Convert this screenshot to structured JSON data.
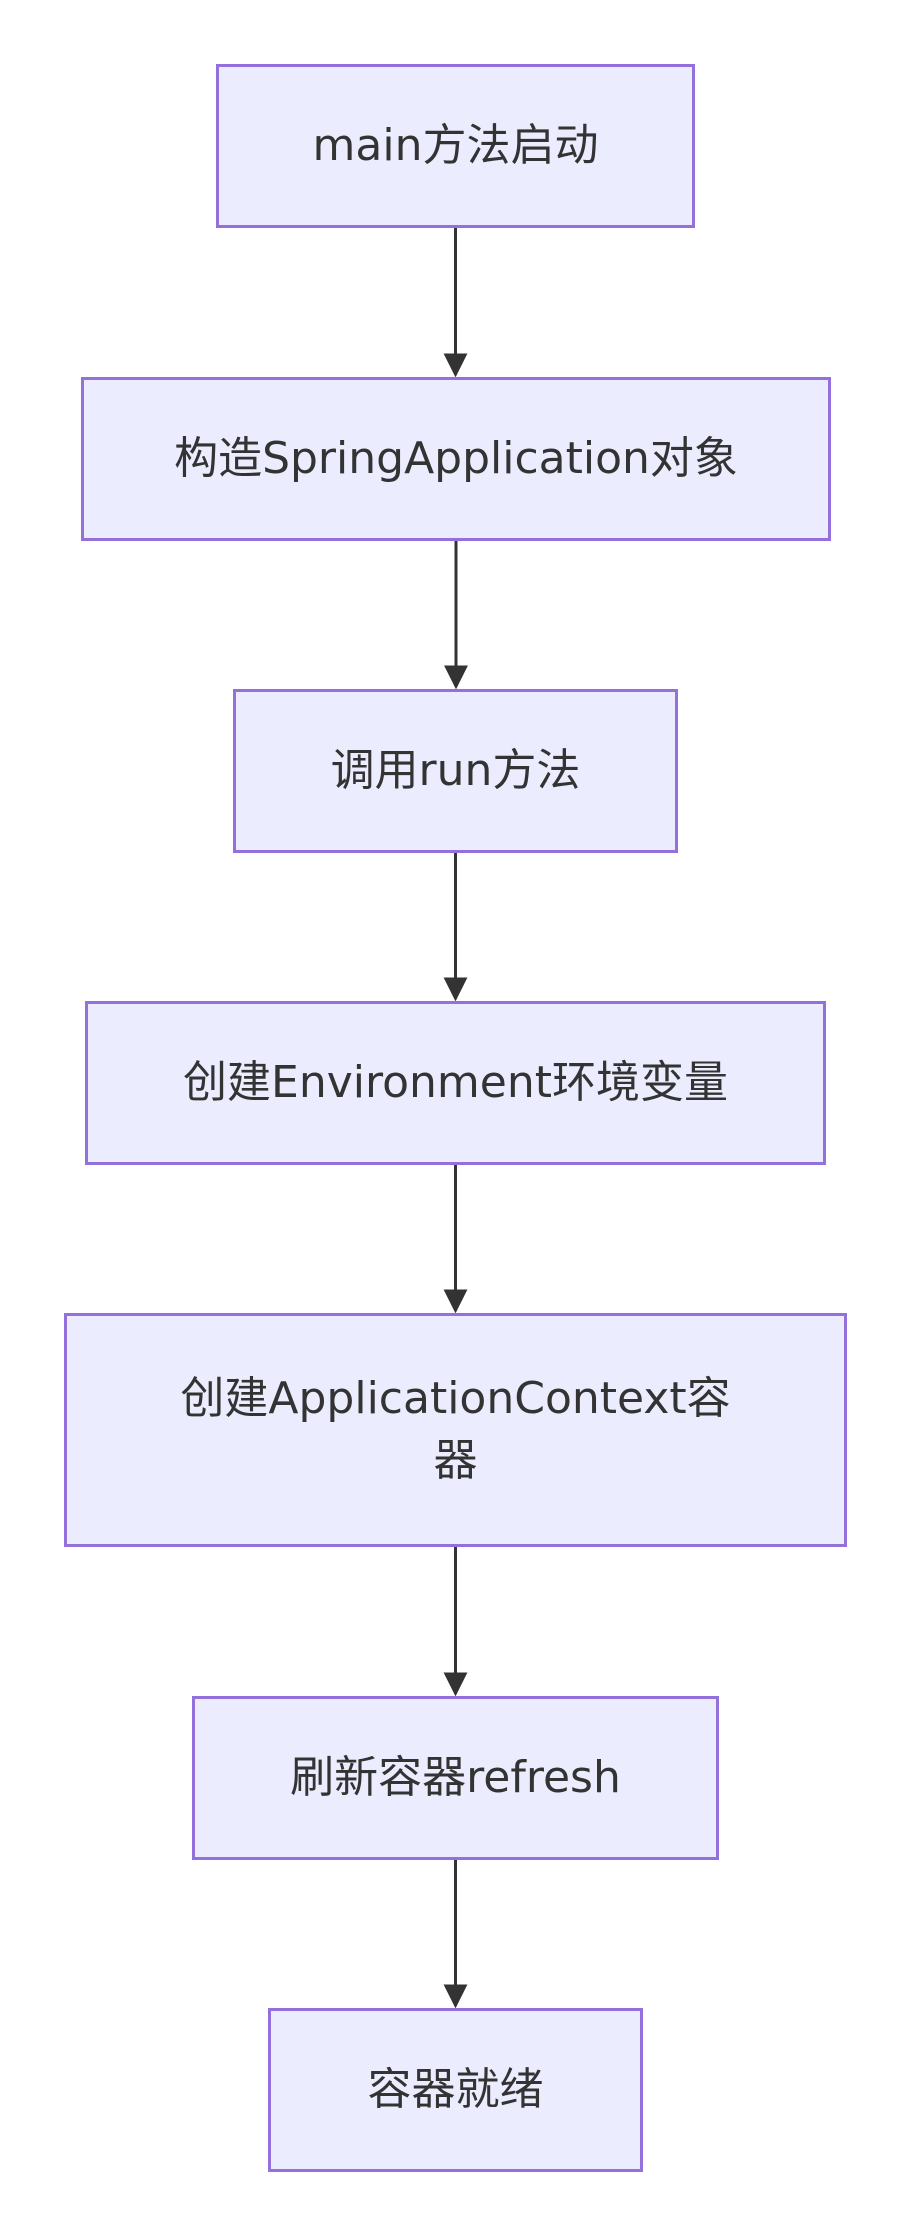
{
  "diagram": {
    "type": "flowchart",
    "direction": "top-to-bottom",
    "colors": {
      "node_fill": "#ececff",
      "node_border": "#9370db",
      "text": "#333333",
      "edge": "#333333"
    },
    "nodes": [
      {
        "id": "n1",
        "label": "main方法启动"
      },
      {
        "id": "n2",
        "label": "构造SpringApplication对象"
      },
      {
        "id": "n3",
        "label": "调用run方法"
      },
      {
        "id": "n4",
        "label": "创建Environment环境变量"
      },
      {
        "id": "n5",
        "label": "创建ApplicationContext容器"
      },
      {
        "id": "n6",
        "label": "刷新容器refresh"
      },
      {
        "id": "n7",
        "label": "容器就绪"
      }
    ],
    "edges": [
      {
        "from": "n1",
        "to": "n2"
      },
      {
        "from": "n2",
        "to": "n3"
      },
      {
        "from": "n3",
        "to": "n4"
      },
      {
        "from": "n4",
        "to": "n5"
      },
      {
        "from": "n5",
        "to": "n6"
      },
      {
        "from": "n6",
        "to": "n7"
      }
    ]
  }
}
